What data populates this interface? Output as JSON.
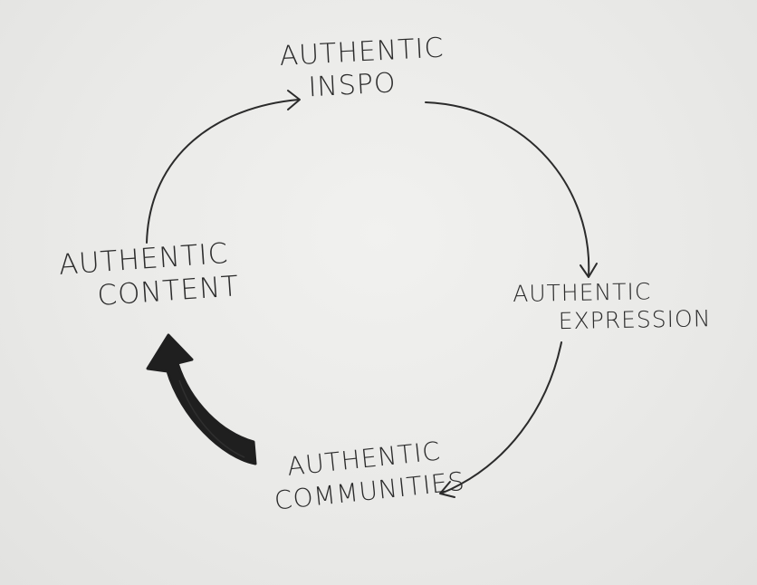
{
  "diagram": {
    "nodes": [
      {
        "id": "inspo",
        "lines": [
          "Authentic",
          "Inspo"
        ]
      },
      {
        "id": "expression",
        "lines": [
          "Authentic",
          "Expression"
        ]
      },
      {
        "id": "communities",
        "lines": [
          "Authentic",
          "Communities"
        ]
      },
      {
        "id": "content",
        "lines": [
          "Authentic",
          "Content"
        ]
      }
    ],
    "edges": [
      {
        "from": "content",
        "to": "inspo",
        "style": "thin"
      },
      {
        "from": "inspo",
        "to": "expression",
        "style": "thin"
      },
      {
        "from": "expression",
        "to": "communities",
        "style": "thin"
      },
      {
        "from": "communities",
        "to": "content",
        "style": "bold"
      }
    ],
    "colors": {
      "paper": "#ececea",
      "ink": "#2b2b2b"
    }
  }
}
